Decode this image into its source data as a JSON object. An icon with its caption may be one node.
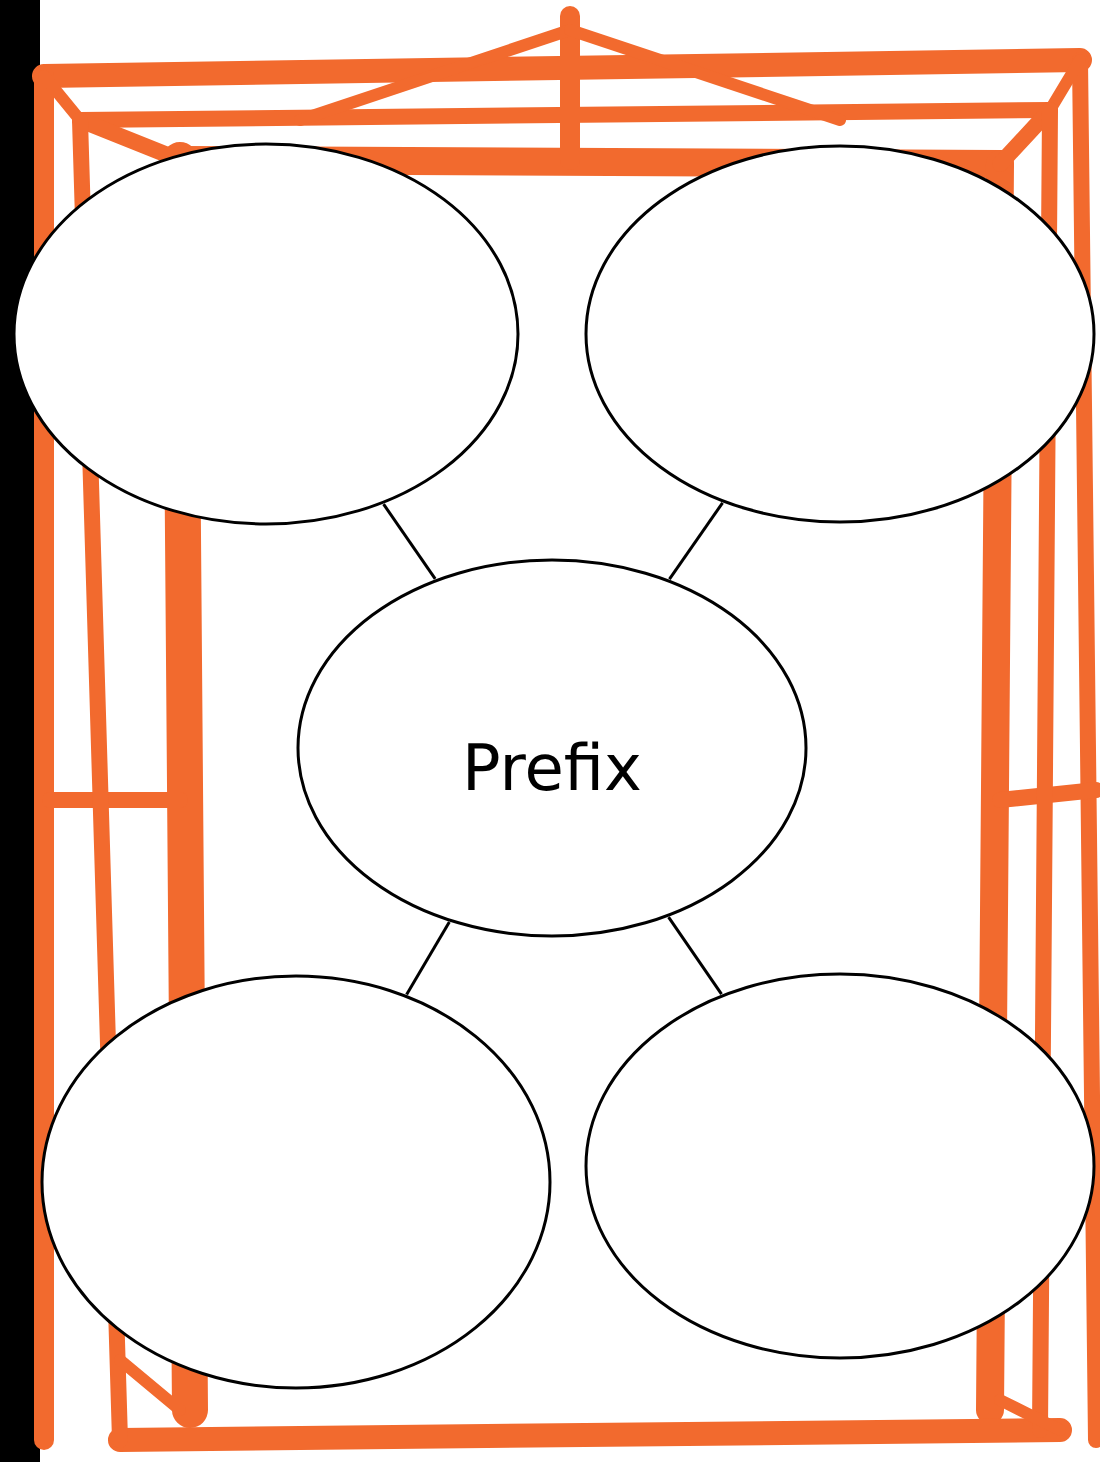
{
  "diagram": {
    "nodes": [
      {
        "text": [],
        "shape": "circle"
      },
      {
        "text": [],
        "shape": "circle"
      },
      {
        "text": [
          "Prefix"
        ]
      },
      {
        "text": [],
        "shape": "circle"
      },
      {
        "text": [],
        "shape": "circle"
      }
    ],
    "edges": [
      {
        "from": 2,
        "to": 0,
        "arrow": "none"
      },
      {
        "from": 2,
        "to": 1,
        "arrow": "none"
      },
      {
        "from": 2,
        "to": 3,
        "arrow": "none"
      },
      {
        "from": 2,
        "to": 4,
        "arrow": "none"
      }
    ]
  }
}
